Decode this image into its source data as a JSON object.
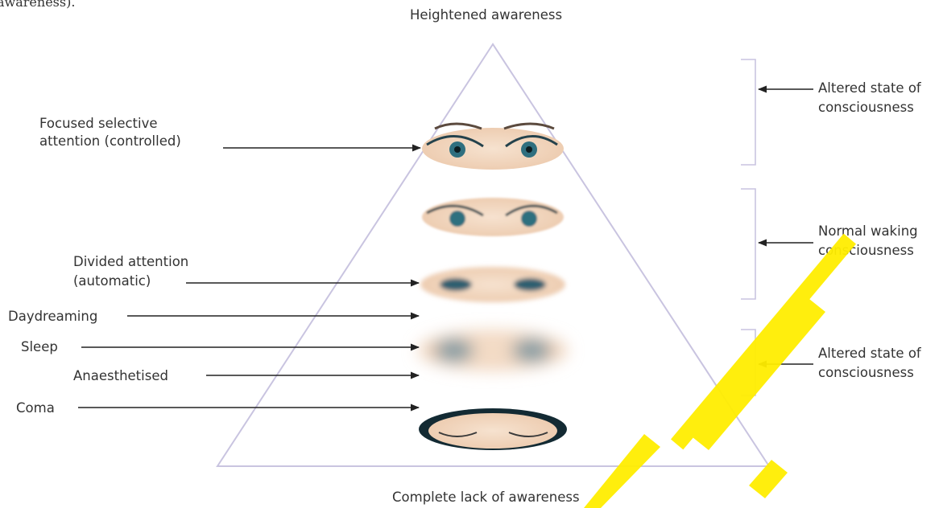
{
  "header_fragment": "awareness).",
  "top_label": "Heightened awareness",
  "bottom_label": "Complete lack of awareness",
  "left_labels": {
    "focused_line1": "Focused selective",
    "focused_line2": "attention (controlled)",
    "divided_line1": "Divided attention",
    "divided_line2": "(automatic)",
    "daydreaming": "Daydreaming",
    "sleep": "Sleep",
    "anaesthetised": "Anaesthetised",
    "coma": "Coma"
  },
  "right_labels": {
    "altered_top_line1": "Altered state of",
    "altered_top_line2": "consciousness",
    "normal_line1": "Normal waking",
    "normal_line2": "consciousness",
    "altered_bottom_line1": "Altered state of",
    "altered_bottom_line2": "consciousness"
  },
  "colors": {
    "triangle": "#c9c4e0",
    "bracket": "#c9c4e0",
    "arrow": "#222222",
    "text": "#333333",
    "watermark": "#ffee00",
    "skin": "#f3d9c2",
    "iris": "#2f6f7f"
  },
  "watermark_letters": "PLE",
  "eye_blur_levels": [
    "sharp",
    "slight",
    "moderate",
    "heavy",
    "closed"
  ]
}
